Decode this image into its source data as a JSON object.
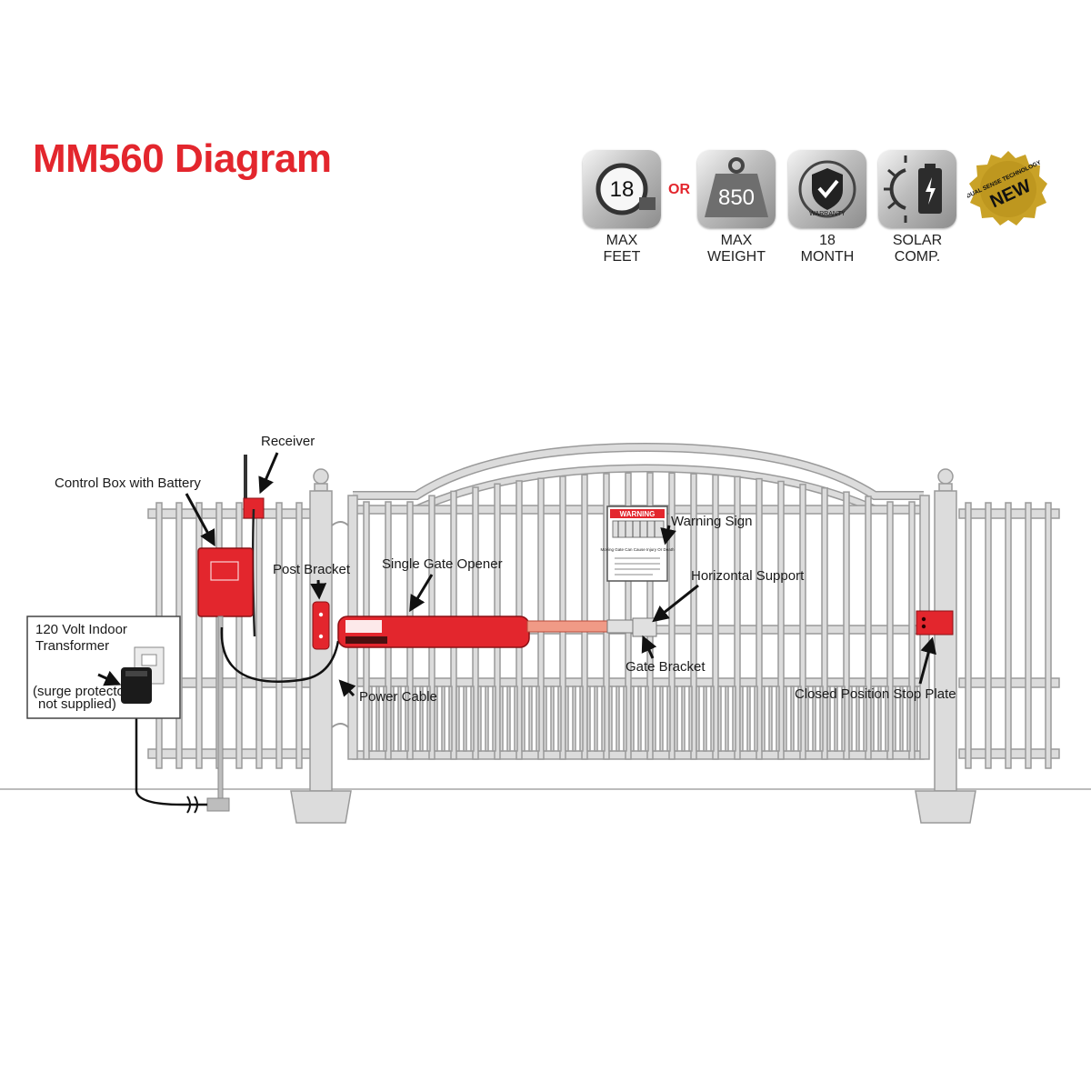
{
  "title": "MM560 Diagram",
  "badges": {
    "or_text": "OR",
    "max_feet": {
      "value": "18",
      "unit": "",
      "label_line1": "MAX",
      "label_line2": "FEET"
    },
    "max_weight": {
      "value": "850",
      "label_line1": "MAX",
      "label_line2": "WEIGHT"
    },
    "warranty": {
      "icon_text": "WARRANTY",
      "label_line1": "18",
      "label_line2": "MONTH"
    },
    "solar": {
      "label_line1": "SOLAR",
      "label_line2": "COMP."
    },
    "new_seal": {
      "top_text": "DUAL SENSE TECHNOLOGY",
      "main_text": "NEW"
    }
  },
  "labels": {
    "receiver": "Receiver",
    "control_box": "Control Box with Battery",
    "post_bracket": "Post Bracket",
    "single_gate_opener": "Single Gate Opener",
    "warning_sign": "Warning Sign",
    "horizontal_support": "Horizontal Support",
    "transformer_line1": "120 Volt Indoor",
    "transformer_line2": "Transformer",
    "surge_line1": "(surge protector",
    "surge_line2": "not supplied)",
    "power_cable": "Power Cable",
    "gate_bracket": "Gate Bracket",
    "stop_plate": "Closed Position Stop Plate"
  },
  "warning_sign": {
    "header": "WARNING",
    "body": "Moving Gate Can Cause Injury Or Death"
  },
  "colors": {
    "accent": "#e3262d",
    "fence": "#d9d9d9",
    "fence_stroke": "#9a9a9a",
    "gold": "#c9a227"
  }
}
